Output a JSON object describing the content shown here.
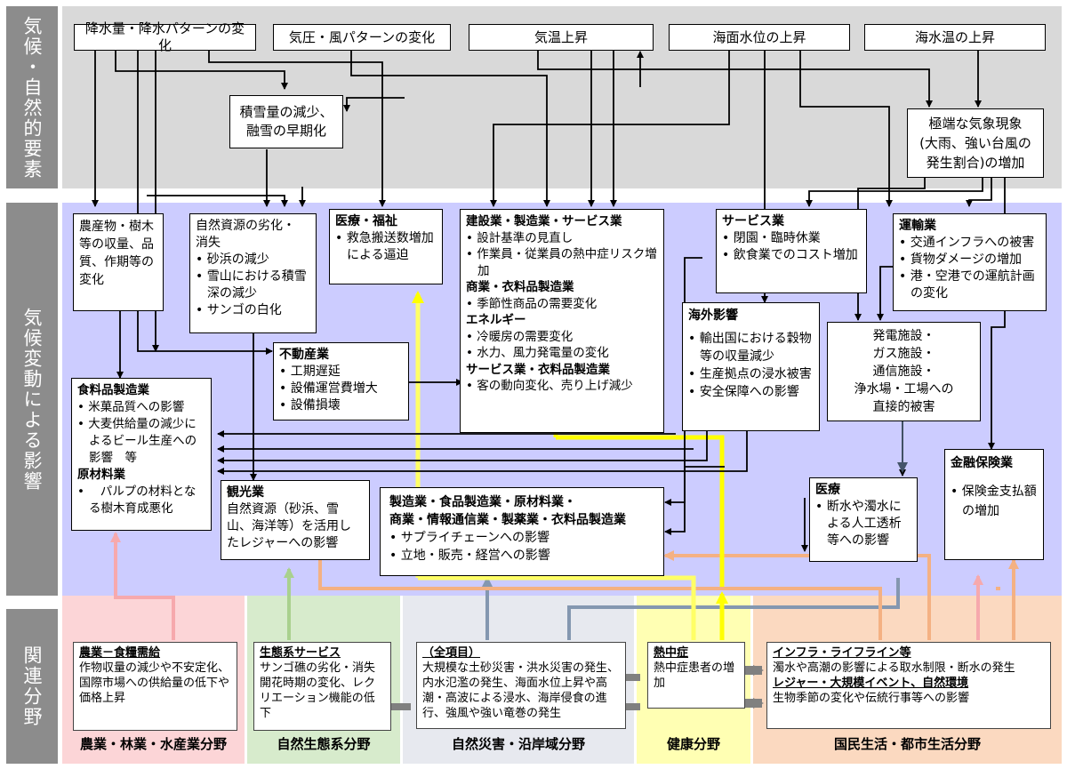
{
  "side_labels": {
    "climate_factors": "気候・自然的要素",
    "climate_impacts": "気候変動による影響",
    "related_sectors": "関連分野"
  },
  "factors": {
    "precip": "降水量・降水パターンの変化",
    "pressure": "気圧・風パターンの変化",
    "temperature": "気温上昇",
    "sea_level": "海面水位の上昇",
    "sea_temp": "海水温の上昇",
    "snow": [
      "積雪量の減少、",
      "融雪の早期化"
    ],
    "extreme": [
      "極端な気象現象",
      "(大雨、強い台風の",
      "発生割合)の増加"
    ]
  },
  "impacts": {
    "agri_products": [
      "農産物・樹木",
      "等の収量、品",
      "質、作期等の",
      "変化"
    ],
    "natural_resources": {
      "title_lines": [
        "自然資源の劣化・",
        "消失"
      ],
      "items": [
        "砂浜の減少",
        "雪山における積雪深の減少",
        "サンゴの白化"
      ]
    },
    "medical_welfare": {
      "title": "医療・福祉",
      "items": [
        "救急搬送数増加による逼迫"
      ]
    },
    "construction": {
      "title": "建設業・製造業・サービス業",
      "items": [
        "設計基準の見直し",
        "作業員・従業員の熱中症リスク増加"
      ],
      "commerce_title": "商業・衣料品製造業",
      "commerce_items": [
        "季節性商品の需要変化"
      ],
      "energy_title": "エネルギー",
      "energy_items": [
        "冷暖房の需要変化",
        "水力、風力発電量の変化"
      ],
      "service_title": "サービス業・衣料品製造業",
      "service_items": [
        "客の動向変化、売り上げ減少"
      ]
    },
    "service": {
      "title": "サービス業",
      "items": [
        "閉園・臨時休業",
        "飲食業でのコスト増加"
      ]
    },
    "transport": {
      "title": "運輸業",
      "items": [
        "交通インフラへの被害",
        "貨物ダメージの増加",
        "港・空港での運航計画の変化"
      ]
    },
    "real_estate": {
      "title": "不動産業",
      "items": [
        "工期遅延",
        "設備運営費増大",
        "設備損壊"
      ]
    },
    "overseas": {
      "title": "海外影響",
      "items": [
        "輸出国における穀物等の収量減少",
        "生産拠点の浸水被害",
        "安全保障への影響"
      ]
    },
    "facilities": [
      "発電施設・",
      "ガス施設・",
      "通信施設・",
      "浄水場・工場への",
      "直接的被害"
    ],
    "food_mfg": {
      "title": "食料品製造業",
      "items": [
        "米菓品質への影響",
        "大麦供給量の減少によるビール生産への影響　等"
      ],
      "raw_title": "原材料業",
      "raw_items": [
        "　パルプの材料となる樹木育成悪化"
      ]
    },
    "tourism": {
      "title": "観光業",
      "lines": [
        "自然資源（砂浜、雪",
        "山、海洋等）を活用し",
        "たレジャーへの影響"
      ]
    },
    "manufacturing": {
      "title_lines": [
        "製造業・食品製造業・原材料業・",
        "商業・情報通信業・製薬業・衣料品製造業"
      ],
      "items": [
        "サプライチェーンへの影響",
        "立地・販売・経営への影響"
      ]
    },
    "medical": {
      "title": "医療",
      "items": [
        "断水や濁水による人工透析等への影響"
      ]
    },
    "finance": {
      "title": "金融保険業",
      "items": [
        "保険金支払額の増加"
      ]
    }
  },
  "sectors": {
    "agriculture": {
      "heading": "農業－食糧需給",
      "text": "作物収量の減少や不安定化、国際市場への供給量の低下や価格上昇",
      "label": "農業・林業・水産業分野",
      "color": "#f6a9ad"
    },
    "ecosystem": {
      "heading": "生態系サービス",
      "text": "サンゴ礁の劣化・消失開花時期の変化、レクリエーション機能の低下",
      "label": "自然生態系分野",
      "color": "#a9d18e"
    },
    "disaster": {
      "heading": "（全項目）",
      "text": "大規模な土砂災害・洪水災害の発生、内水氾濫の発生、海面水位上昇や高潮・高波による浸水、海岸侵食の進行、強風や強い竜巻の発生",
      "label": "自然災害・沿岸域分野",
      "color": "#8497b0"
    },
    "health": {
      "heading": "熱中症",
      "text": "熱中症患者の増加",
      "label": "健康分野",
      "color": "#ffff66"
    },
    "urban": {
      "heading": "インフラ・ライフライン等",
      "text": "濁水や高潮の影響による取水制限・断水の発生",
      "heading2": "レジャー・大規模イベント、自然環境",
      "text2": "生物季節の変化や伝統行事等への影響",
      "label": "国民生活・都市生活分野",
      "color": "#f4b183"
    }
  },
  "colors": {
    "factor_band": "#d9d9d9",
    "impact_band": "#ccccff",
    "side_label": "#8c8c8c"
  }
}
